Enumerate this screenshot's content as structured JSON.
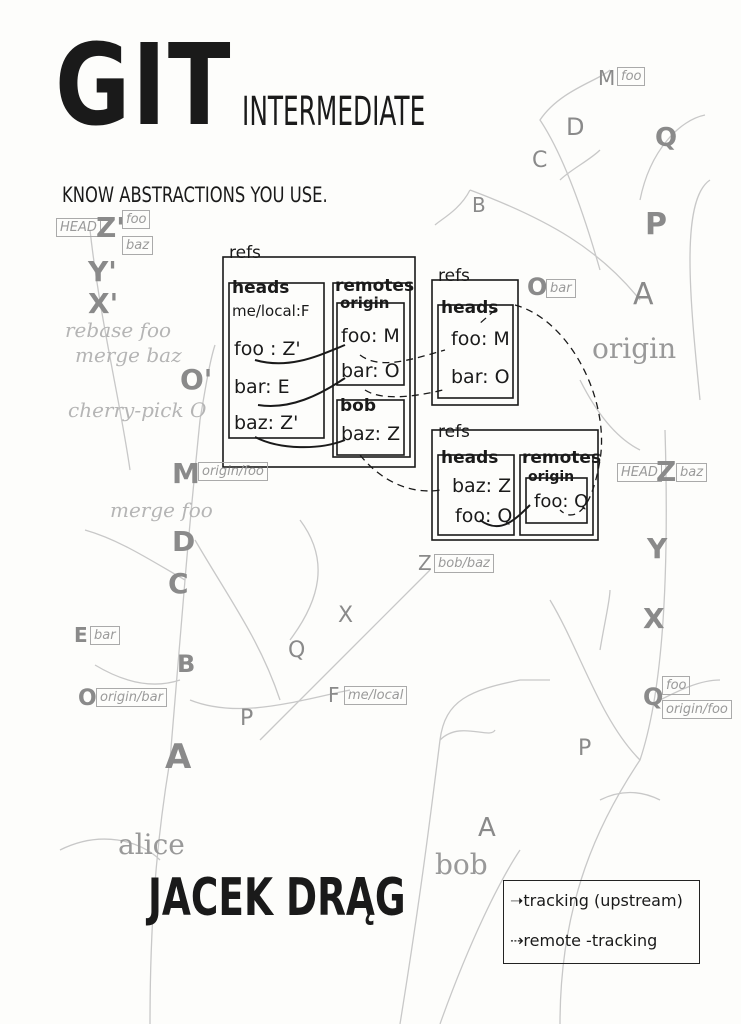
{
  "title": {
    "main": "GIT",
    "sub": "INTERMEDIATE",
    "tagline": "KNOW ABSTRACTIONS YOU USE.",
    "author": "JACEK DRĄG"
  },
  "diagram": {
    "local": {
      "refs": "refs",
      "heads": "heads",
      "heads_items": [
        "me/local:F",
        "foo : Z'",
        "bar: E",
        "baz: Z'"
      ],
      "remotes": "remotes",
      "origin": "origin",
      "origin_items": [
        "foo: M",
        "bar: O"
      ],
      "bob": "bob",
      "bob_items": [
        "baz: Z"
      ]
    },
    "origin_repo": {
      "refs": "refs",
      "heads": "heads",
      "heads_items": [
        "foo: M",
        "bar: O"
      ]
    },
    "bob_repo": {
      "refs": "refs",
      "heads": "heads",
      "heads_items": [
        "baz: Z",
        "foo: Q"
      ],
      "remotes": "remotes",
      "origin": "origin",
      "origin_items": [
        "foo: Q"
      ]
    }
  },
  "tree_labels": {
    "alice": "alice",
    "bob": "bob",
    "origin": "origin",
    "commits": [
      "Z'",
      "Y'",
      "X'",
      "O'",
      "M",
      "D",
      "C",
      "E",
      "B",
      "O",
      "A",
      "P",
      "Q",
      "X",
      "Z",
      "F",
      "A",
      "P",
      "M",
      "D",
      "Q",
      "C",
      "B",
      "P",
      "A",
      "O",
      "Z",
      "Y",
      "X",
      "Q"
    ],
    "tags": [
      "HEAD",
      "foo",
      "baz",
      "origin/foo",
      "bar",
      "origin/bar",
      "bob/baz",
      "me/local",
      "foo",
      "bar",
      "HEAD",
      "baz",
      "foo",
      "origin/foo"
    ],
    "annotations": [
      "rebase foo",
      "merge baz",
      "cherry-pick O",
      "merge foo"
    ]
  },
  "legend": {
    "tracking": "tracking (upstream)",
    "remote_tracking": "remote -tracking"
  },
  "colors": {
    "ink": "#1a1a1a",
    "faded": "#8a8a8a",
    "branch": "#c8c8c8"
  }
}
